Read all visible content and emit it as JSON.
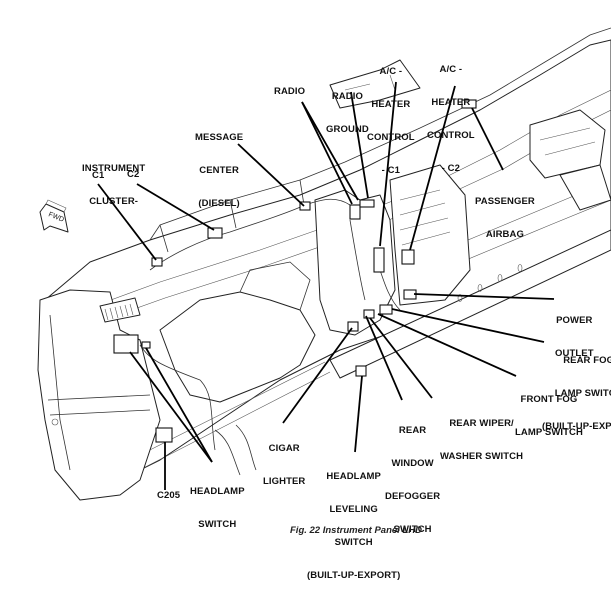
{
  "figure": {
    "caption": "Fig. 22 Instrument Panel LHD",
    "orientation_badge": "FWD"
  },
  "labels": {
    "radio": [
      "RADIO"
    ],
    "radio_ground": [
      "RADIO",
      "GROUND"
    ],
    "ac_heater_c1": [
      "A/C -",
      "HEATER",
      "CONTROL",
      "- C1"
    ],
    "ac_heater_c2": [
      "A/C -",
      "HEATER",
      "CONTROL",
      "- C2"
    ],
    "message_center": [
      "MESSAGE",
      "CENTER",
      "(DIESEL)"
    ],
    "instrument_cluster": [
      "INSTRUMENT",
      "CLUSTER-"
    ],
    "cluster_c1": [
      "C1"
    ],
    "cluster_c2": [
      "C2"
    ],
    "passenger_airbag": [
      "PASSENGER",
      "AIRBAG"
    ],
    "power_outlet": [
      "POWER",
      "OUTLET"
    ],
    "rear_fog_lamp_switch": [
      "REAR FOG",
      "LAMP SWITCH",
      "(BUILT-UP-EXPORT)"
    ],
    "front_fog_lamp_switch": [
      "FRONT FOG",
      "LAMP SWITCH"
    ],
    "rear_wiper_washer_switch": [
      "REAR WIPER/",
      "WASHER SWITCH"
    ],
    "rear_window_defogger_switch": [
      "REAR",
      "WINDOW",
      "DEFOGGER",
      "SWITCH"
    ],
    "cigar_lighter": [
      "CIGAR",
      "LIGHTER"
    ],
    "headlamp_leveling_switch": [
      "HEADLAMP",
      "LEVELING",
      "SWITCH",
      "(BUILT-UP-EXPORT)"
    ],
    "headlamp_switch": [
      "HEADLAMP",
      "SWITCH"
    ],
    "c205": [
      "C205"
    ]
  }
}
